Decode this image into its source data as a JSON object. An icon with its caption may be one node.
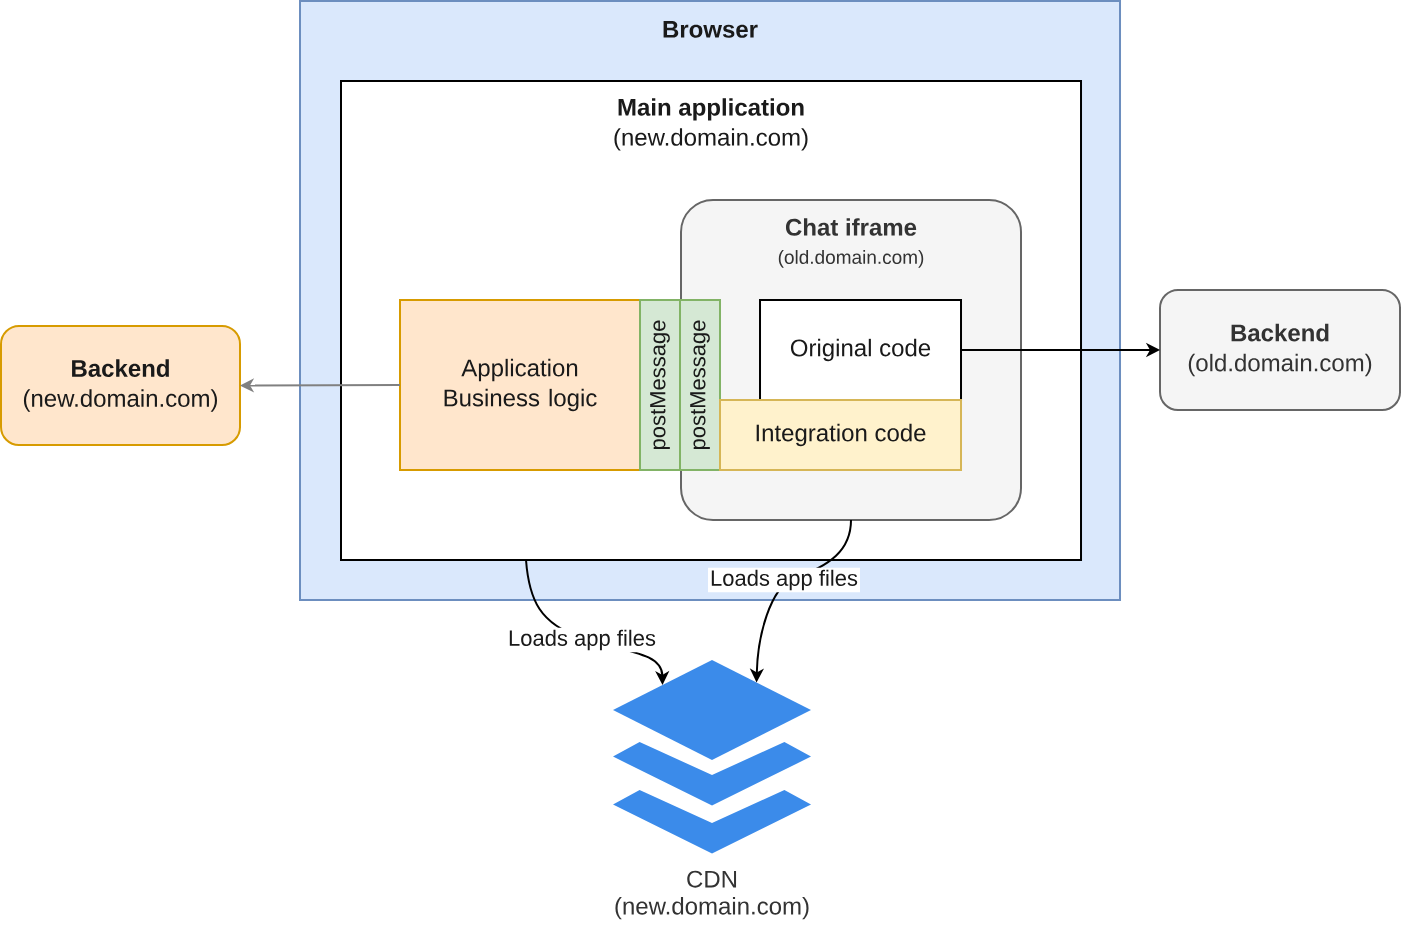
{
  "diagram": {
    "nodes": [
      {
        "text": [
          "Browser"
        ]
      },
      {
        "text": [
          "Main application",
          "(new.domain.com)"
        ],
        "in": 0
      },
      {
        "text": [
          "Chat iframe",
          "(old.domain.com)"
        ],
        "in": 1
      },
      {
        "text": [
          "Application Business logic"
        ],
        "in": 1
      },
      {
        "text": [
          "postMessage"
        ],
        "in": 1
      },
      {
        "text": [
          "postMessage"
        ],
        "in": 2
      },
      {
        "text": [
          "Original code"
        ],
        "in": 2
      },
      {
        "text": [
          "Integration code"
        ],
        "in": 2
      },
      {
        "text": [
          "Backend",
          "(new.domain.com)"
        ]
      },
      {
        "text": [
          "Backend",
          "(old.domain.com)"
        ]
      },
      {
        "text": [
          "CDN",
          "(new.domain.com)"
        ]
      }
    ],
    "edges": [
      {
        "from": 3,
        "to": 8,
        "arrow": "to",
        "color": "#808080"
      },
      {
        "from": 6,
        "to": 9,
        "arrow": "to"
      },
      {
        "from": 1,
        "to": 10,
        "arrow": "to",
        "label": "Loads app files"
      },
      {
        "from": 2,
        "to": 10,
        "arrow": "to",
        "label": "Loads app files"
      }
    ]
  }
}
